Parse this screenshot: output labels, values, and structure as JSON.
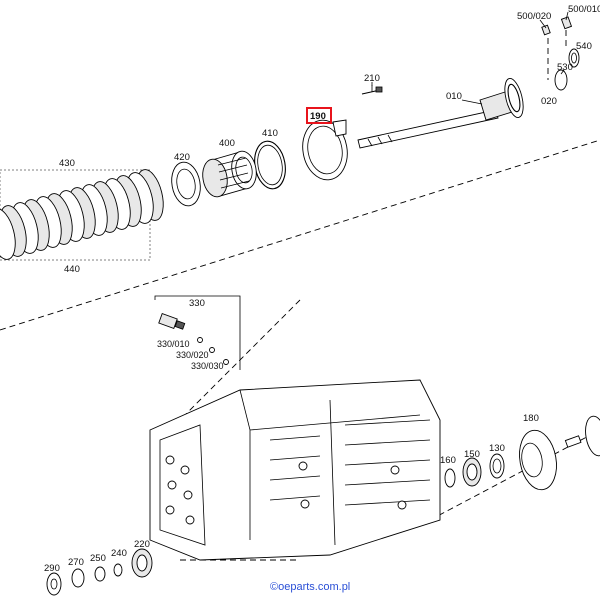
{
  "labels": {
    "p500_020": "500/020",
    "p500_010": "500/010",
    "p540": "540",
    "p530": "530",
    "p020": "020",
    "p010": "010",
    "p210": "210",
    "p190": "190",
    "p410": "410",
    "p400": "400",
    "p420": "420",
    "p430": "430",
    "p440": "440",
    "p330": "330",
    "p330_010": "330/010",
    "p330_020": "330/020",
    "p330_030": "330/030",
    "p180": "180",
    "p160": "160",
    "p150": "150",
    "p130": "130",
    "p290": "290",
    "p270": "270",
    "p250": "250",
    "p240": "240",
    "p220": "220"
  },
  "watermark": "©oeparts.com.pl",
  "colors": {
    "highlight_box": "#e8141c",
    "watermark": "#2a4fd6",
    "line": "#000000"
  }
}
